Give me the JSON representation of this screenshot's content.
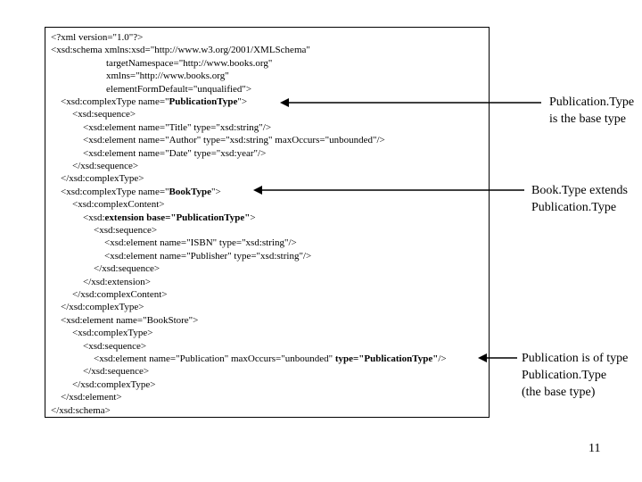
{
  "code": {
    "lines": [
      {
        "segments": [
          {
            "text": "<?xml version=\"1.0\"?>",
            "bold": false
          }
        ]
      },
      {
        "segments": [
          {
            "text": "<xsd:schema xmlns:xsd=\"http://www.w3.org/2001/XMLSchema\"",
            "bold": false
          }
        ]
      },
      {
        "segments": [
          {
            "text": "targetNamespace=\"http://www.books.org\"",
            "bold": false
          }
        ]
      },
      {
        "segments": [
          {
            "text": "xmlns=\"http://www.books.org\"",
            "bold": false
          }
        ]
      },
      {
        "segments": [
          {
            "text": "elementFormDefault=\"unqualified\">",
            "bold": false
          }
        ]
      },
      {
        "segments": [
          {
            "text": "<xsd:complexType name=\"",
            "bold": false
          },
          {
            "text": "PublicationType",
            "bold": true
          },
          {
            "text": "\">",
            "bold": false
          }
        ]
      },
      {
        "segments": [
          {
            "text": "<xsd:sequence>",
            "bold": false
          }
        ]
      },
      {
        "segments": [
          {
            "text": "<xsd:element name=\"Title\" type=\"xsd:string\"/>",
            "bold": false
          }
        ]
      },
      {
        "segments": [
          {
            "text": "<xsd:element name=\"Author\" type=\"xsd:string\" maxOccurs=\"unbounded\"/>",
            "bold": false
          }
        ]
      },
      {
        "segments": [
          {
            "text": "<xsd:element name=\"Date\" type=\"xsd:year\"/>",
            "bold": false
          }
        ]
      },
      {
        "segments": [
          {
            "text": "</xsd:sequence>",
            "bold": false
          }
        ]
      },
      {
        "segments": [
          {
            "text": "</xsd:complexType>",
            "bold": false
          }
        ]
      },
      {
        "segments": [
          {
            "text": "<xsd:complexType name=\"",
            "bold": false
          },
          {
            "text": "BookType",
            "bold": true
          },
          {
            "text": "\">",
            "bold": false
          }
        ]
      },
      {
        "segments": [
          {
            "text": "<xsd:complexContent>",
            "bold": false
          }
        ]
      },
      {
        "segments": [
          {
            "text": "<xsd:",
            "bold": false
          },
          {
            "text": "extension base=\"PublicationType\"",
            "bold": true
          },
          {
            "text": ">",
            "bold": false
          }
        ]
      },
      {
        "segments": [
          {
            "text": "<xsd:sequence>",
            "bold": false
          }
        ]
      },
      {
        "segments": [
          {
            "text": "<xsd:element name=\"ISBN\" type=\"xsd:string\"/>",
            "bold": false
          }
        ]
      },
      {
        "segments": [
          {
            "text": "<xsd:element name=\"Publisher\" type=\"xsd:string\"/>",
            "bold": false
          }
        ]
      },
      {
        "segments": [
          {
            "text": "</xsd:sequence>",
            "bold": false
          }
        ]
      },
      {
        "segments": [
          {
            "text": "</xsd:extension>",
            "bold": false
          }
        ]
      },
      {
        "segments": [
          {
            "text": "</xsd:complexContent>",
            "bold": false
          }
        ]
      },
      {
        "segments": [
          {
            "text": "</xsd:complexType>",
            "bold": false
          }
        ]
      },
      {
        "segments": [
          {
            "text": "<xsd:element name=\"BookStore\">",
            "bold": false
          }
        ]
      },
      {
        "segments": [
          {
            "text": "<xsd:complexType>",
            "bold": false
          }
        ]
      },
      {
        "segments": [
          {
            "text": "<xsd:sequence>",
            "bold": false
          }
        ]
      },
      {
        "segments": [
          {
            "text": "<xsd:element name=\"Publication\" maxOccurs=\"unbounded\" ",
            "bold": false
          },
          {
            "text": "type=\"PublicationType\"",
            "bold": true
          },
          {
            "text": "/>",
            "bold": false
          }
        ]
      },
      {
        "segments": [
          {
            "text": "</xsd:sequence>",
            "bold": false
          }
        ]
      },
      {
        "segments": [
          {
            "text": "</xsd:complexType>",
            "bold": false
          }
        ]
      },
      {
        "segments": [
          {
            "text": "</xsd:element>",
            "bold": false
          }
        ]
      },
      {
        "segments": [
          {
            "text": "</xsd:schema>",
            "bold": false
          }
        ]
      }
    ]
  },
  "annotations": {
    "publication_type": {
      "line1": "Publication.Type",
      "line2": "is the base type"
    },
    "book_type": {
      "line1": "Book.Type extends",
      "line2": "Publication.Type"
    },
    "publication_element": {
      "line1": "Publication is of type",
      "line2": "Publication.Type",
      "line3": "(the base type)"
    }
  },
  "page_number": "11"
}
